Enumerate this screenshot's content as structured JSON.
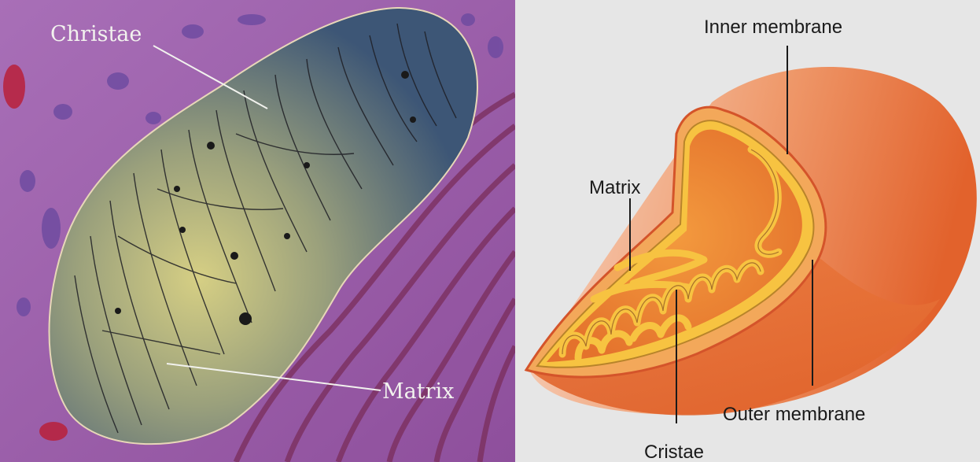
{
  "micrograph": {
    "labels": {
      "christae": "Christae",
      "matrix": "Matrix"
    },
    "colors": {
      "cytoplasm": "#9a5fa8",
      "matrix_light": "#c9c47a",
      "matrix_dark": "#3f5a78",
      "membrane_stacks": "#7a2d5a"
    }
  },
  "diagram": {
    "labels": {
      "inner_membrane": "Inner membrane",
      "matrix": "Matrix",
      "outer_membrane": "Outer membrane",
      "cristae": "Cristae"
    },
    "colors": {
      "background": "#e6e6e6",
      "outer_membrane": "#e8743e",
      "outer_membrane_light": "#f6d4c2",
      "inner_membrane": "#f2b632",
      "matrix": "#e98a3c"
    }
  }
}
